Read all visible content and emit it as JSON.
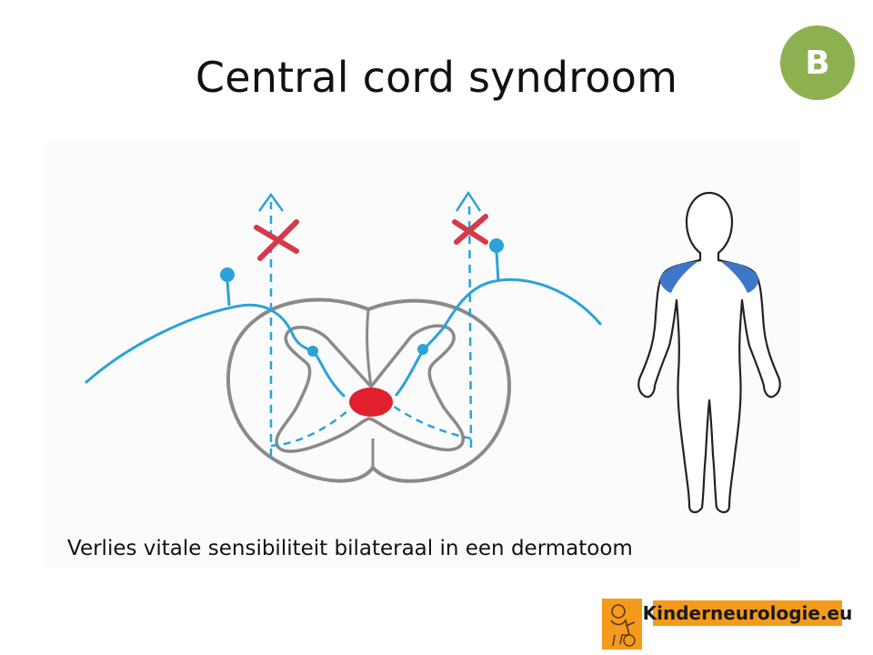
{
  "slide": {
    "title": "Central cord syndroom",
    "badge_label": "B",
    "caption": "Verlies vitale sensibiliteit bilateraal in een dermatoom"
  },
  "logo": {
    "text": "Kinderneurologie.eu",
    "icon": "child-figure-logo-icon"
  },
  "colors": {
    "badge": "#8db150",
    "cord_outline": "#8a8a8a",
    "nerve": "#2ba3d6",
    "lesion": "#e0202e",
    "cross": "#d63a4a",
    "dermatome": "#3f77c8",
    "logo_bg": "#f59a1c"
  }
}
